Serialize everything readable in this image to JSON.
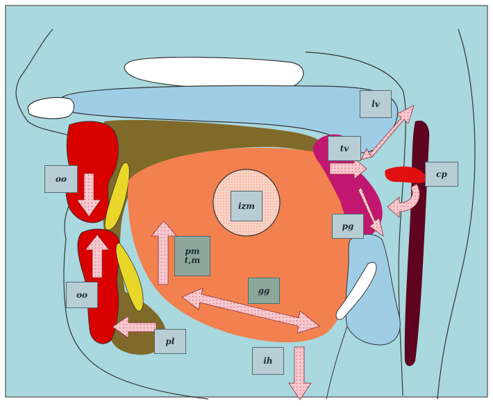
{
  "colors": {
    "background": "#a9d8df",
    "frame_border": "#6a6a6a",
    "bone": "#ffffff",
    "palate": "#a0cde6",
    "lip_muscle": "#d90000",
    "teeth": "#e8d629",
    "tongue_dorsum": "#7f6a2a",
    "tongue_body": "#f2814f",
    "intrinsic_muscle": "#fad2c4",
    "pharyngeal_muscles": "#c21770",
    "pharynx_wall": "#5e0420",
    "arrow_fill": "#f7c9cf",
    "label_box": "#b8cdd4"
  },
  "labels": {
    "lv": "lv",
    "tv": "tv",
    "cp": "cp",
    "oo_upper": "oo",
    "oo_lower": "oo",
    "izm": "izm",
    "pg": "pg",
    "pm": "pm\nt,m",
    "gg": "gg",
    "pl": "pl",
    "ih": "ih"
  }
}
